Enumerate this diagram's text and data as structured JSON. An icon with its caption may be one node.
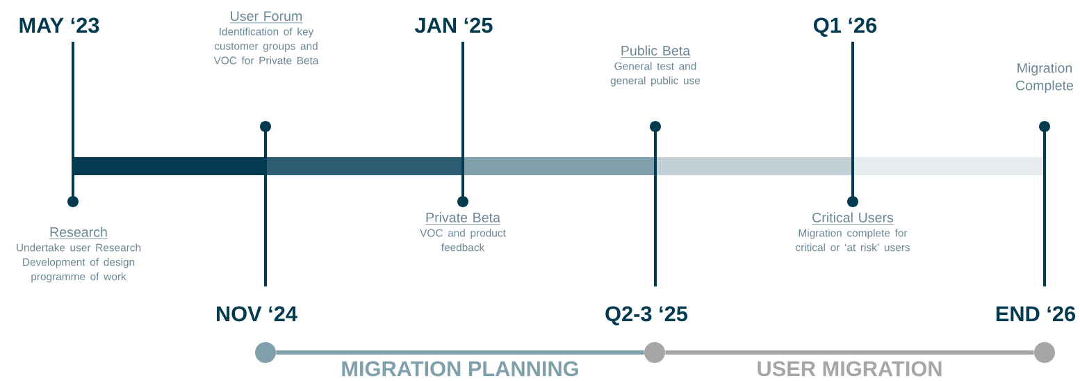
{
  "diagram": {
    "nodes": [
      {
        "text": [
          "Research",
          "Undertake user Research Development of design programme of work"
        ]
      },
      {
        "text": [
          "User Forum",
          "Identification of key customer groups and VOC for Private Beta"
        ]
      },
      {
        "text": [
          "Private Beta",
          "VOC and product feedback"
        ]
      },
      {
        "text": [
          "Public Beta",
          "General test and general public use"
        ]
      },
      {
        "text": [
          "Critical Users",
          "Migration complete for critical or ‘at risk’ users"
        ]
      },
      {
        "text": [
          "Migration Complete"
        ]
      },
      {
        "text": [],
        "shape": "circle"
      },
      {
        "text": [],
        "shape": "circle"
      },
      {
        "text": [],
        "shape": "circle"
      }
    ],
    "edges": [
      {
        "from": 6,
        "to": 7,
        "arrow": "none",
        "label": "MIGRATION PLANNING",
        "color": "#7f9fab"
      },
      {
        "from": 7,
        "to": 8,
        "arrow": "none",
        "label": "USER MIGRATION",
        "color": "#a6a6a6"
      }
    ],
    "labels": [
      "MAY ‘23",
      "JAN ‘25",
      "Q1 ‘26",
      "NOV ‘24",
      "Q2-3 ‘25",
      "END ‘26"
    ]
  }
}
